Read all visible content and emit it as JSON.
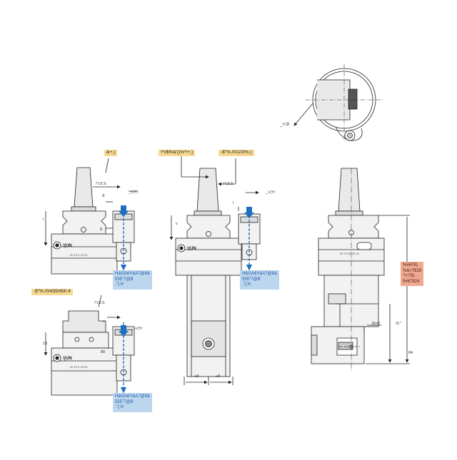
{
  "labels": {
    "top_view_callout": "_<;9",
    "callout_1": "&+,)",
    "callout_2": "!*#$%&'()%*!+,)",
    "callout_3": "-$\"%./0123!%,)",
    "callout_4": "-$\"%./0/435#63!.4",
    "blue_box": "H&GA6Y&A7@8&\n555\"7@B\n.\"(;H",
    "red_box": "%#678).\n%&+7828\n\"!+78).\n5#67824",
    "brand": "!(UN",
    "dim_cone": "/\"c3:3.",
    "dim_pos": "_<(Y/",
    "dim_8": ".8",
    "dim_8b": "8.",
    "dim_8c": "8",
    "dim_18": "18",
    "dim_88": "88",
    "dim_84": "84",
    "dim_13": "/3.\"",
    "dim_8ml": "_8(ml",
    "dim_w8_left": "+8",
    "dim_w8_right": "+8",
    "scale_ticks": "20  10  0  10  20",
    "scale_ticks_2": "90 70 50 30 10",
    "dim_i": "l",
    "dim_v": "v",
    "dim_i2": "I",
    "dim_gt": ">"
  },
  "colors": {
    "line": "#222222",
    "light_fill": "#f2f2f2",
    "mid_fill": "#dcdcdc",
    "axis_blue": "#1f6fc1",
    "tag_yellow": "#f6d891",
    "tag_blue": "#bcd6ee",
    "tag_red": "#f0a98f"
  },
  "icons": [
    "coolant-arrow-icon",
    "brand-logo-icon",
    "screw-icon"
  ]
}
